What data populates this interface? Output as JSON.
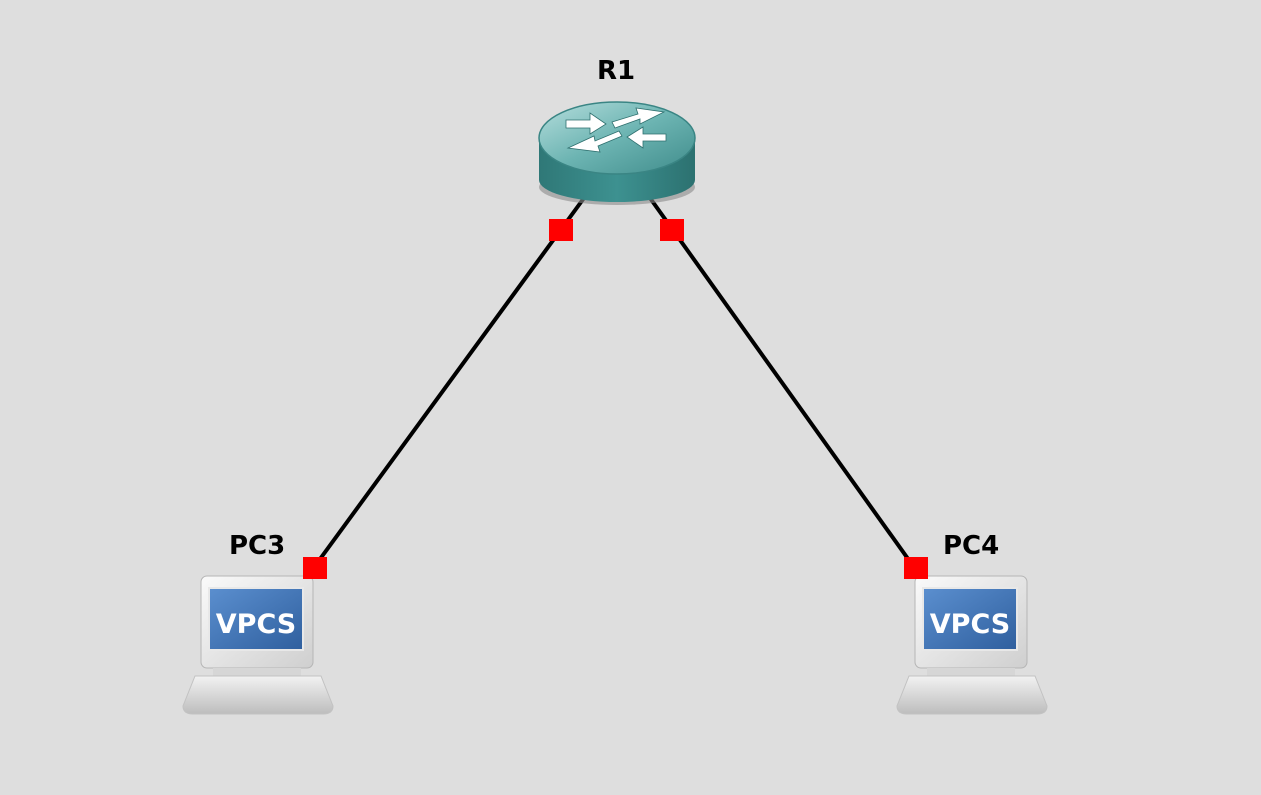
{
  "topology": {
    "nodes": [
      {
        "id": "R1",
        "label": "R1",
        "type": "router"
      },
      {
        "id": "PC3",
        "label": "PC3",
        "type": "vpcs",
        "screen_text": "VPCS"
      },
      {
        "id": "PC4",
        "label": "PC4",
        "type": "vpcs",
        "screen_text": "VPCS"
      }
    ],
    "links": [
      {
        "from": "R1",
        "to": "PC3"
      },
      {
        "from": "R1",
        "to": "PC4"
      }
    ]
  },
  "colors": {
    "background": "#dedede",
    "link": "#000000",
    "port_status": "#ff0000",
    "router_body": "#3a8a89",
    "router_top": "#7fc0bf",
    "vpcs_screen": "#3d73b4"
  }
}
